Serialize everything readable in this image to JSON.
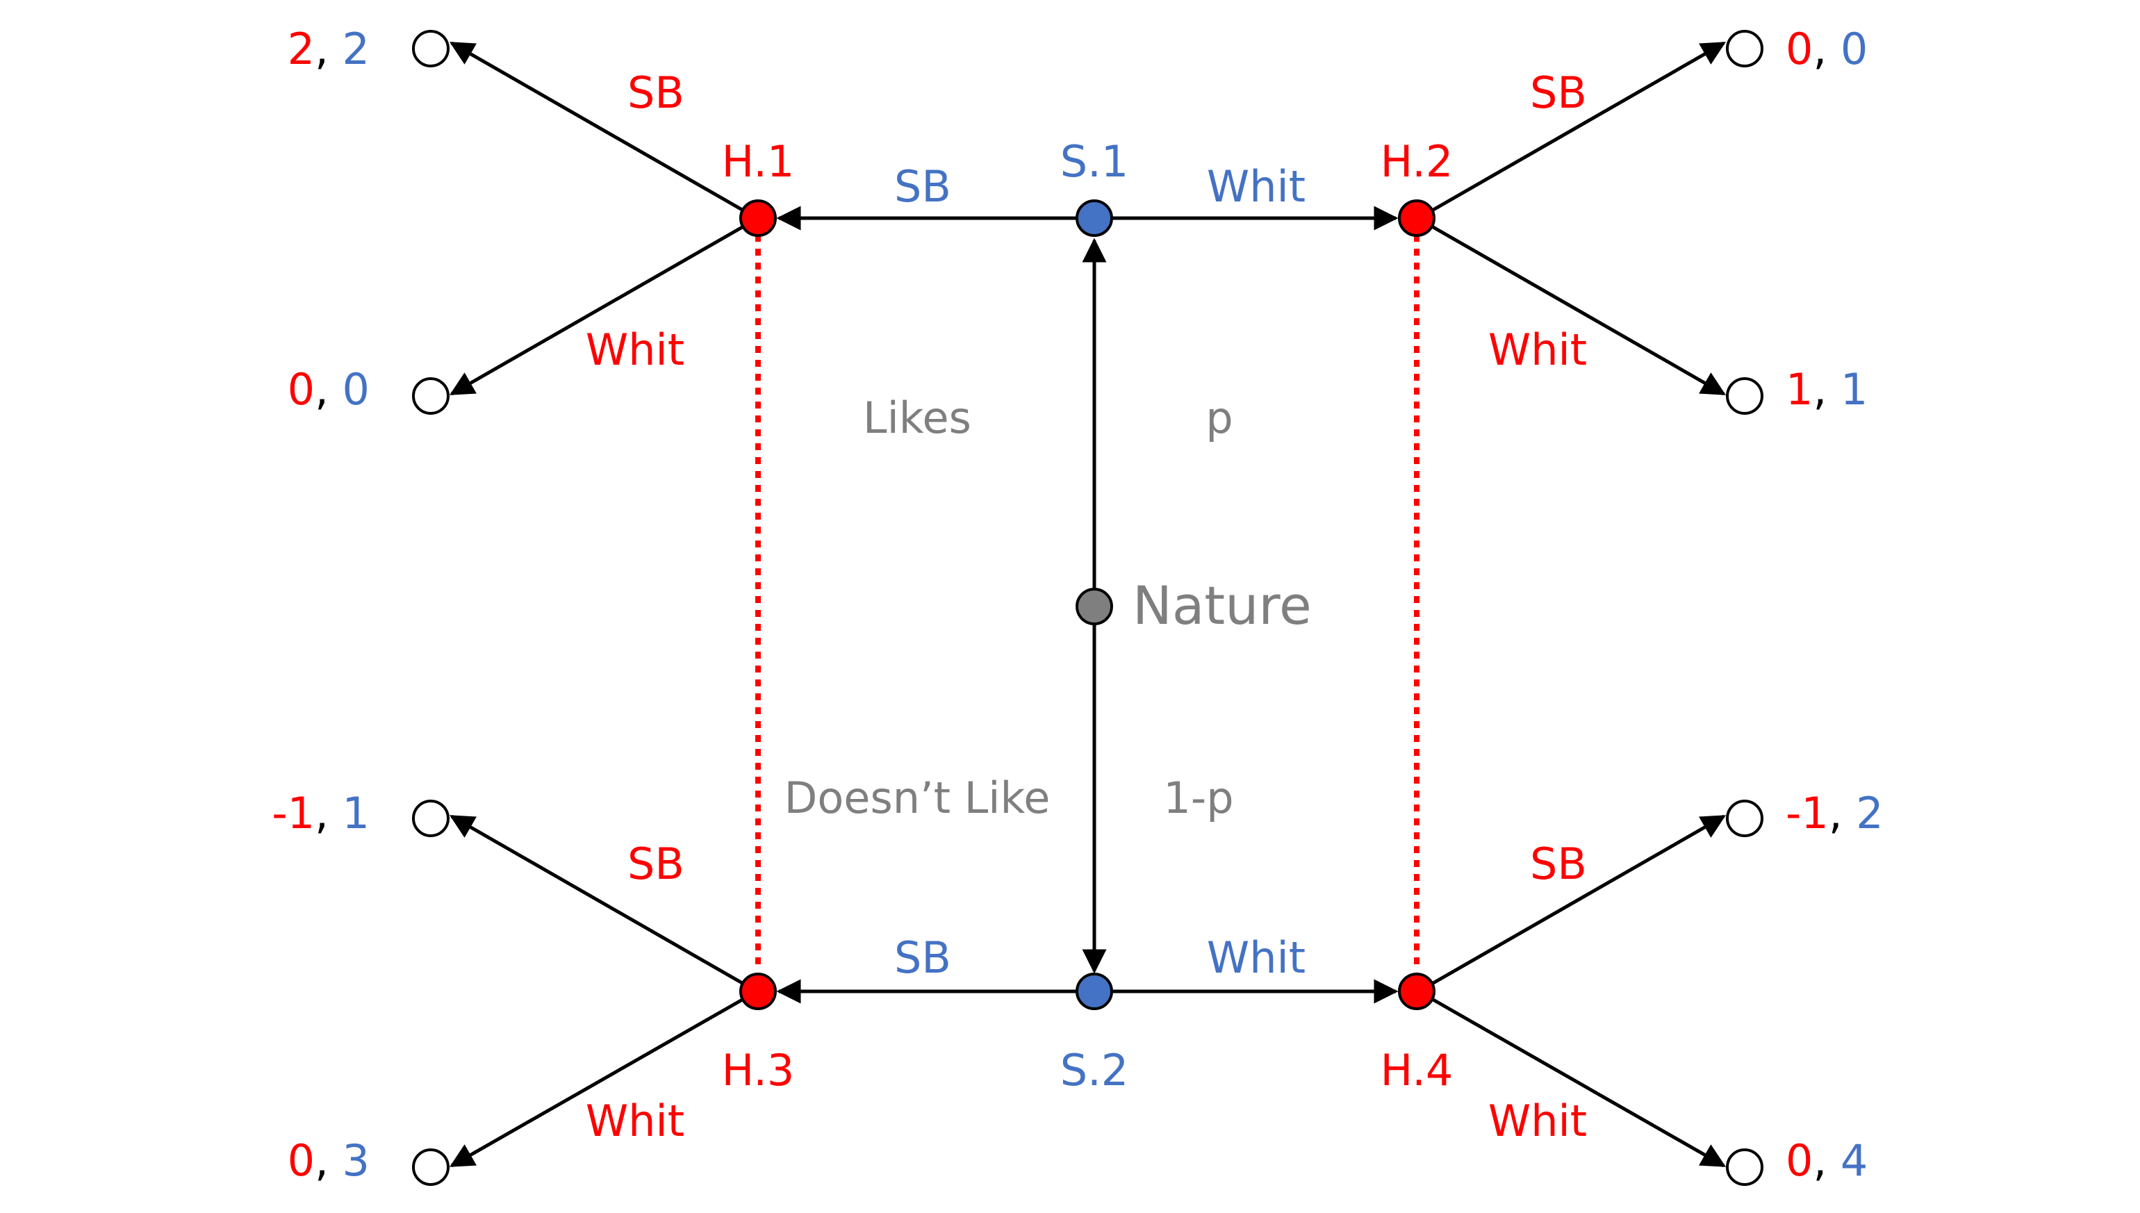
{
  "colors": {
    "player1": "#ff0000",
    "player2": "#4472c4",
    "nature": "#7f7f7f",
    "terminal": "#ffffff",
    "edge": "#000000"
  },
  "nature": {
    "label": "Nature"
  },
  "types": {
    "top": {
      "label": "Likes",
      "prob": "p"
    },
    "bottom": {
      "label": "Doesn’t Like",
      "prob": "1-p"
    }
  },
  "sender_nodes": {
    "s1": {
      "label": "S.1",
      "left_action": "SB",
      "right_action": "Whit"
    },
    "s2": {
      "label": "S.2",
      "left_action": "SB",
      "right_action": "Whit"
    }
  },
  "receiver_nodes": {
    "h1": {
      "label": "H.1",
      "up_action": "SB",
      "down_action": "Whit"
    },
    "h2": {
      "label": "H.2",
      "up_action": "SB",
      "down_action": "Whit"
    },
    "h3": {
      "label": "H.3",
      "up_action": "SB",
      "down_action": "Whit"
    },
    "h4": {
      "label": "H.4",
      "up_action": "SB",
      "down_action": "Whit"
    }
  },
  "payoffs": {
    "h1_sb": {
      "p1": "2",
      "sep": ", ",
      "p2": "2"
    },
    "h1_whit": {
      "p1": "0",
      "sep": ", ",
      "p2": "0"
    },
    "h2_sb": {
      "p1": "0",
      "sep": ", ",
      "p2": "0"
    },
    "h2_whit": {
      "p1": "1",
      "sep": ", ",
      "p2": "1"
    },
    "h3_sb": {
      "p1": "-1",
      "sep": ", ",
      "p2": "1"
    },
    "h3_whit": {
      "p1": "0",
      "sep": ", ",
      "p2": "3"
    },
    "h4_sb": {
      "p1": "-1",
      "sep": ", ",
      "p2": "2"
    },
    "h4_whit": {
      "p1": "0",
      "sep": ", ",
      "p2": "4"
    }
  }
}
